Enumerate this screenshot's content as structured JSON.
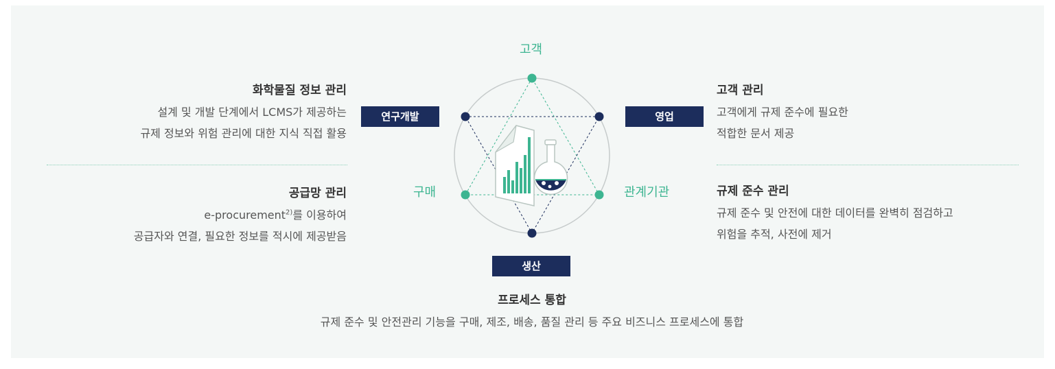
{
  "nodes": {
    "customer": "고객",
    "purchase": "구매",
    "regulator": "관계기관"
  },
  "tags": {
    "rnd": "연구개발",
    "sales": "영업",
    "production": "생산"
  },
  "blocks": {
    "chem_info": {
      "title": "화학물질 정보 관리",
      "line1": "설계 및 개발 단계에서 LCMS가 제공하는",
      "line2": "규제 정보와 위험 관리에 대한 지식 직접 활용"
    },
    "supply_chain": {
      "title": "공급망 관리",
      "line1_a": "e-procurement",
      "line1_sup": "2)",
      "line1_b": "를 이용하여",
      "line2": "공급자와 연결, 필요한 정보를 적시에 제공받음"
    },
    "customer_mgmt": {
      "title": "고객 관리",
      "line1": "고객에게 규제 준수에 필요한",
      "line2": "적합한 문서 제공"
    },
    "compliance": {
      "title": "규제 준수 관리",
      "line1": "규제 준수 및 안전에 대한 데이터를 완벽히 점검하고",
      "line2": "위험을 추적, 사전에 제거"
    },
    "process": {
      "title": "프로세스 통합",
      "line1": "규제 준수 및 안전관리 기능을 구매, 제조, 배송, 품질 관리 등 주요 비즈니스 프로세스에 통합"
    }
  },
  "colors": {
    "green": "#3db591",
    "navy": "#1c2d5c",
    "panel_bg": "#f4f7f6"
  }
}
